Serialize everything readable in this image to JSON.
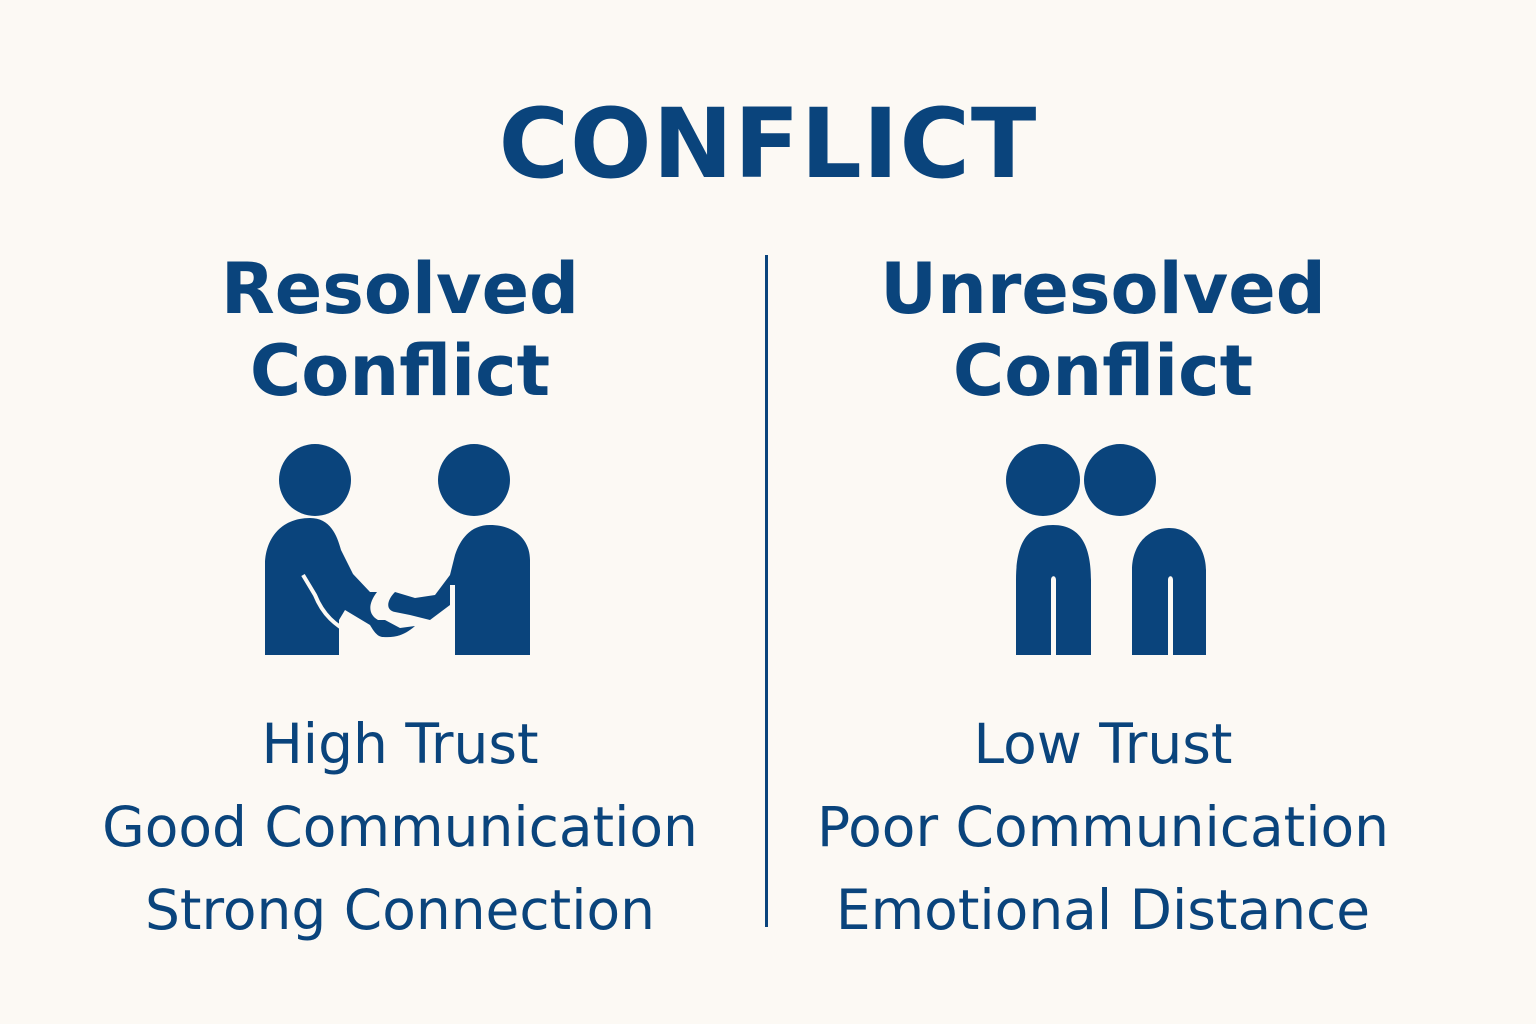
{
  "title": "CONFLICT",
  "colors": {
    "primary": "#0a447c",
    "background": "#fcf9f4"
  },
  "left": {
    "heading_line1": "Resolved",
    "heading_line2": "Conflict",
    "icon": "handshake-people-icon",
    "items": [
      "High Trust",
      "Good Communication",
      "Strong Connection"
    ]
  },
  "right": {
    "heading_line1": "Unresolved",
    "heading_line2": "Conflict",
    "icon": "two-people-apart-icon",
    "items": [
      "Low Trust",
      "Poor Communication",
      "Emotional Distance"
    ]
  }
}
